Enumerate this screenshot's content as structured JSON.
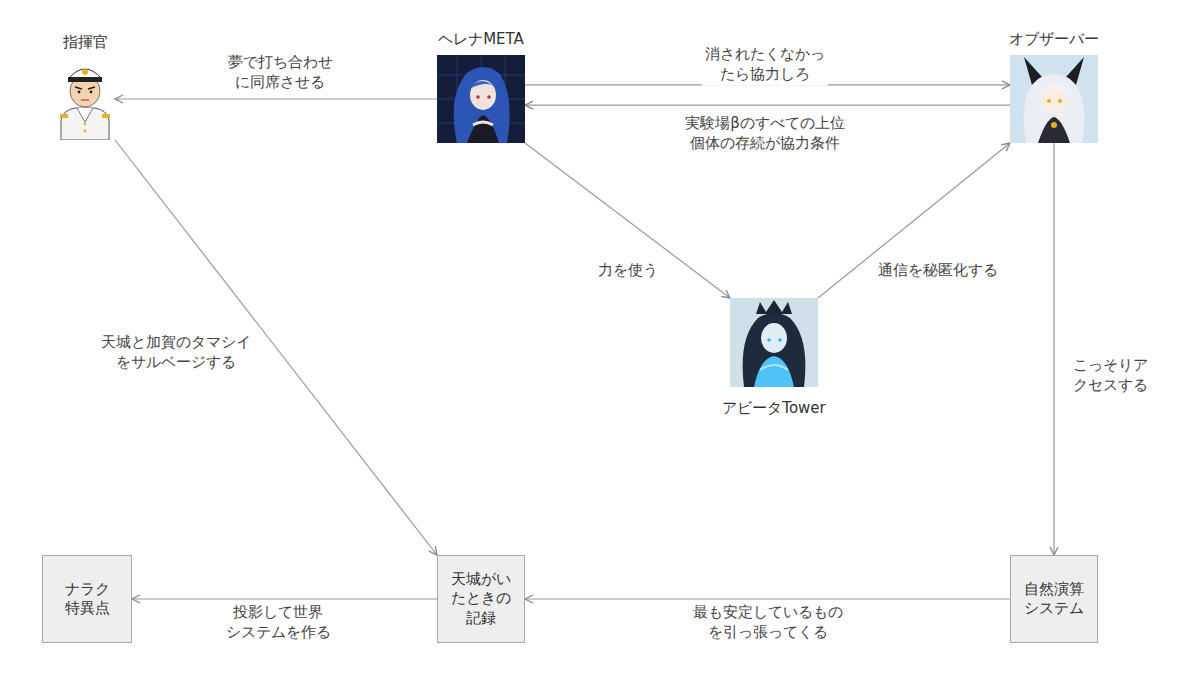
{
  "diagram": {
    "nodes": [
      {
        "text": [
          "指揮官"
        ]
      },
      {
        "text": [
          "ヘレナMETA"
        ]
      },
      {
        "text": [
          "オブザーバー"
        ]
      },
      {
        "text": [
          "アビータTower"
        ]
      },
      {
        "text": [
          "ナラク 特異点"
        ]
      },
      {
        "text": [
          "天城がい たときの 記録"
        ]
      },
      {
        "text": [
          "自然演算 システム"
        ]
      }
    ],
    "edges": [
      {
        "from": 1,
        "to": 0,
        "arrow": "to",
        "label": "夢で打ち合わせ に同席させる"
      },
      {
        "from": 1,
        "to": 2,
        "arrow": "to",
        "label": "消されたくなかっ たら協力しろ"
      },
      {
        "from": 2,
        "to": 1,
        "arrow": "to",
        "label": "実験場βのすべての上位 個体の存続が協力条件"
      },
      {
        "from": 1,
        "to": 3,
        "arrow": "to",
        "label": "力を使う"
      },
      {
        "from": 3,
        "to": 2,
        "arrow": "to",
        "label": "通信を秘匿化する"
      },
      {
        "from": 0,
        "to": 5,
        "arrow": "to",
        "label": "天城と加賀のタマシイ をサルベージする"
      },
      {
        "from": 2,
        "to": 6,
        "arrow": "to",
        "label": "こっそりア クセスする"
      },
      {
        "from": 6,
        "to": 5,
        "arrow": "to",
        "label": "最も安定しているもの を引っ張ってくる"
      },
      {
        "from": 5,
        "to": 4,
        "arrow": "to",
        "label": "投影して世界 システムを作る"
      }
    ]
  }
}
